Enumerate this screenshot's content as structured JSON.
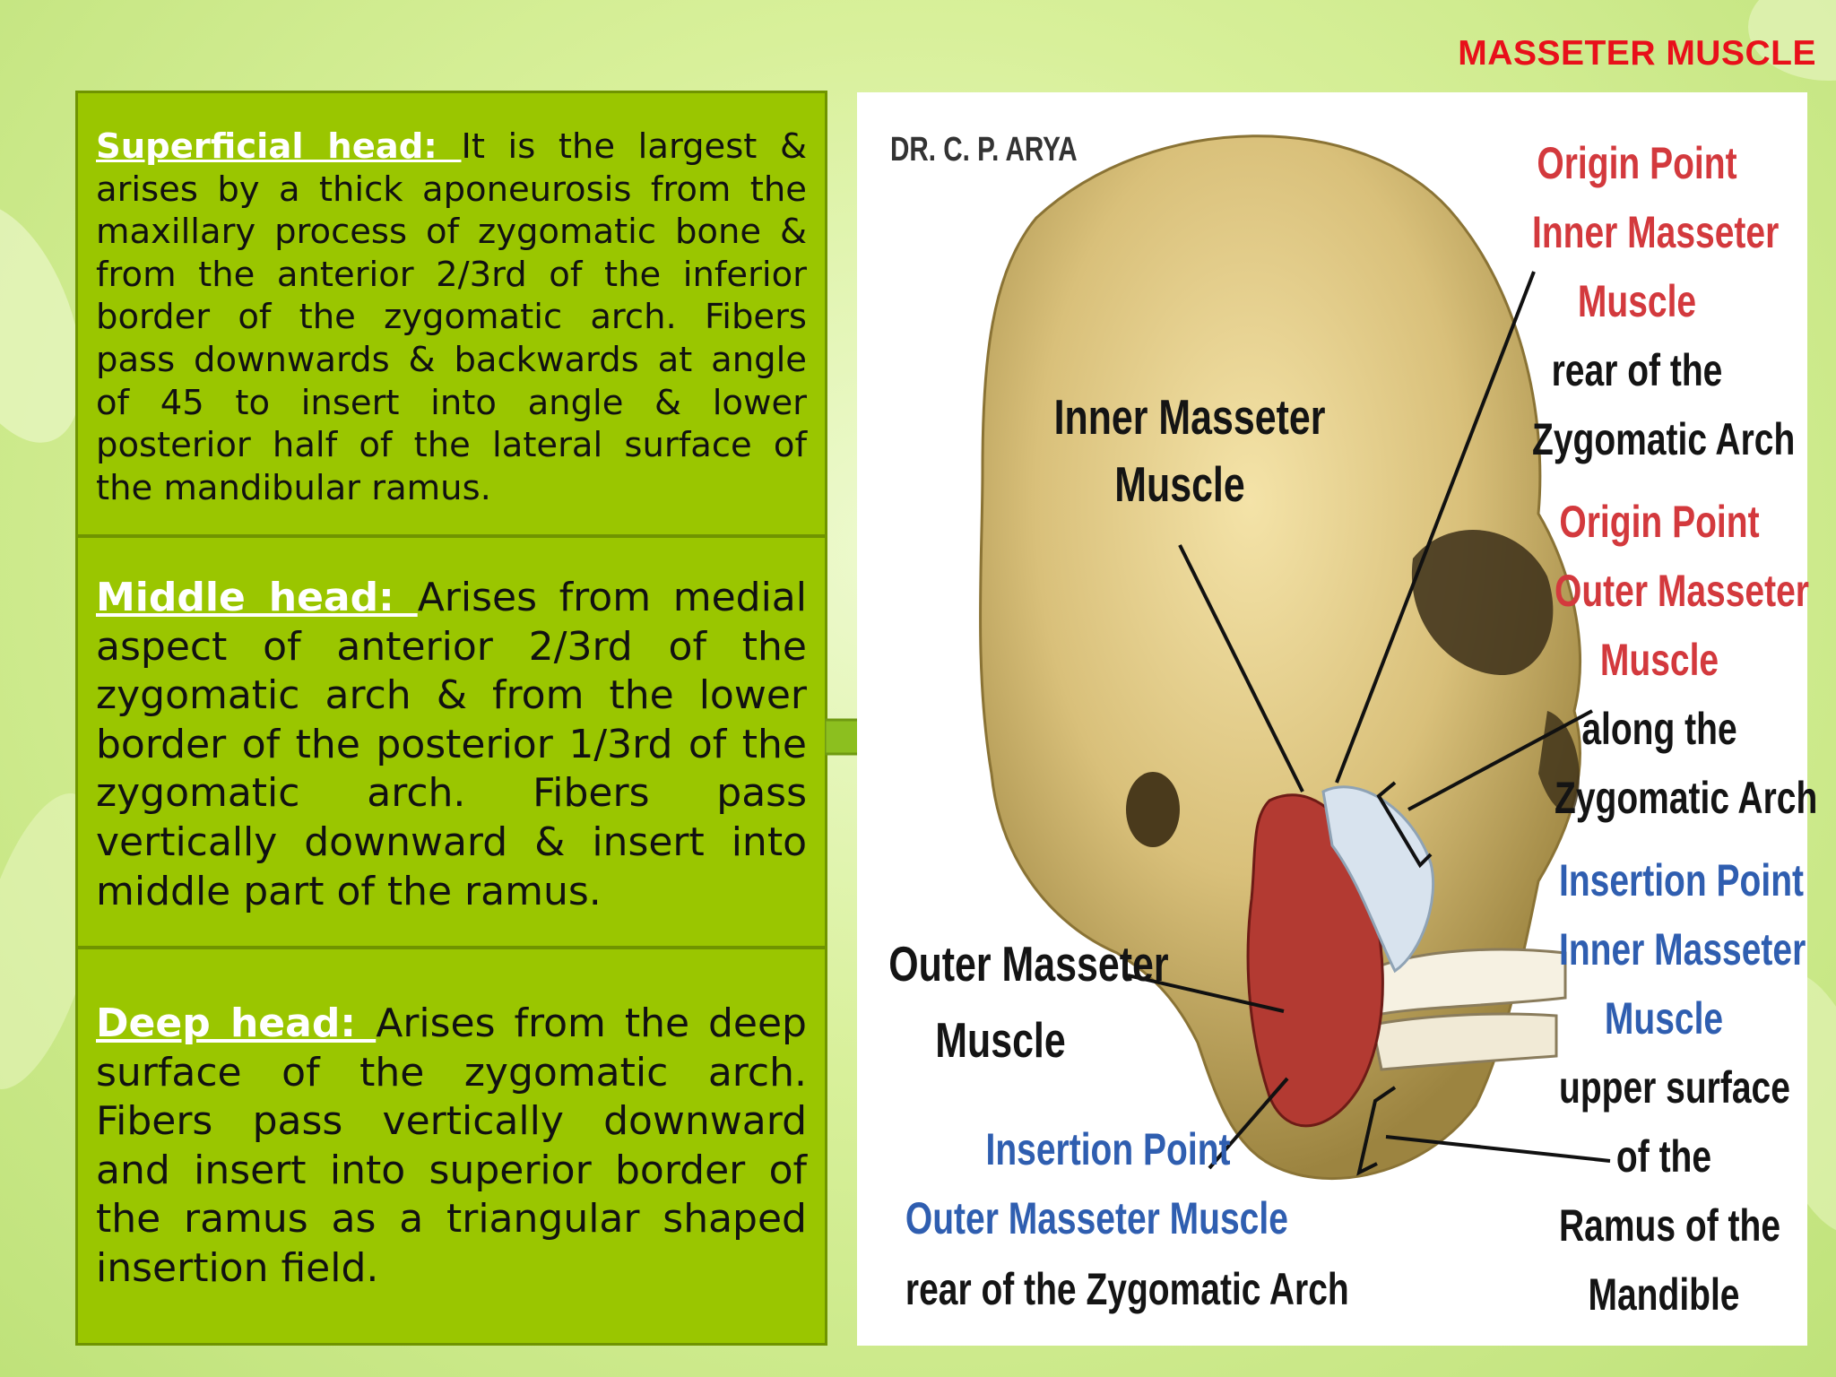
{
  "title": "MASSETER MUSCLE",
  "sections": [
    {
      "label": "Superficial head: ",
      "text": "It is the largest & arises by a thick aponeurosis from the maxillary process of zygomatic bone & from the anterior 2/3rd of the inferior border of the zygomatic arch. Fibers pass downwards & backwards at angle of 45 to insert into angle & lower posterior half of the lateral surface of the mandibular ramus."
    },
    {
      "label": "Middle head: ",
      "text": "Arises from medial aspect of anterior 2/3rd of the zygomatic arch & from the lower border of the posterior 1/3rd of the zygomatic arch. Fibers pass vertically downward & insert into middle part of the ramus."
    },
    {
      "label": "Deep head: ",
      "text": "Arises from the deep surface of the zygomatic arch. Fibers pass vertically downward and insert into superior border of the ramus as a triangular shaped insertion field."
    }
  ],
  "figure": {
    "author": "DR. C. P. ARYA",
    "inner_masseter_line1": "Inner Masseter",
    "inner_masseter_line2": "Muscle",
    "outer_masseter_line1": "Outer Masseter",
    "outer_masseter_line2": "Muscle",
    "origin_inner": {
      "l1": "Origin Point",
      "l2": "Inner Masseter",
      "l3": "Muscle",
      "l4": "rear of the",
      "l5": "Zygomatic Arch"
    },
    "origin_outer": {
      "l1": "Origin Point",
      "l2": "Outer Masseter",
      "l3": "Muscle",
      "l4": "along the",
      "l5": "Zygomatic Arch"
    },
    "insertion_inner": {
      "l1": "Insertion Point",
      "l2": "Inner Masseter",
      "l3": "Muscle",
      "l4": "upper surface",
      "l5": "of the",
      "l6": "Ramus of the",
      "l7": "Mandible"
    },
    "insertion_outer": {
      "l1": "Insertion Point",
      "l2": "Outer Masseter Muscle",
      "l3": "rear of the Zygomatic Arch"
    }
  },
  "colors": {
    "title": "#e8101a",
    "box": "#9ac600",
    "label": "#ffffff",
    "origin": "#d3393d",
    "insertion": "#2f5eb0"
  }
}
